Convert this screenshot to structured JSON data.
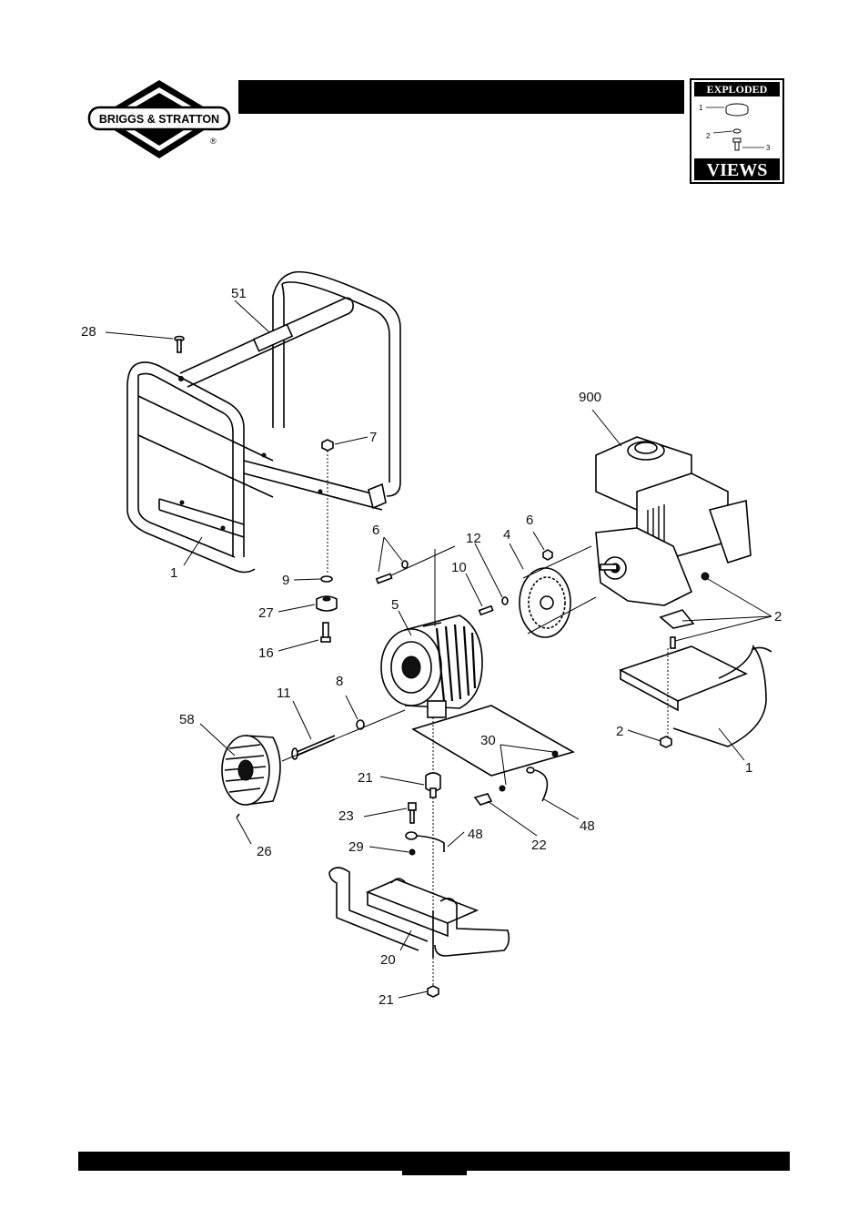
{
  "header": {
    "brand_logo_text": "BRIGGS & STRATTON",
    "registered_mark": "®",
    "badge": {
      "top_word": "EXPLODED",
      "bottom_word": "VIEWS",
      "sample_callouts": [
        "1",
        "2",
        "3"
      ]
    }
  },
  "callouts": [
    {
      "id": "c28",
      "label": "28"
    },
    {
      "id": "c51",
      "label": "51"
    },
    {
      "id": "c7",
      "label": "7"
    },
    {
      "id": "c1a",
      "label": "1"
    },
    {
      "id": "c9",
      "label": "9"
    },
    {
      "id": "c27",
      "label": "27"
    },
    {
      "id": "c16",
      "label": "16"
    },
    {
      "id": "c6a",
      "label": "6"
    },
    {
      "id": "c5",
      "label": "5"
    },
    {
      "id": "c12",
      "label": "12"
    },
    {
      "id": "c10",
      "label": "10"
    },
    {
      "id": "c4",
      "label": "4"
    },
    {
      "id": "c6b",
      "label": "6"
    },
    {
      "id": "c900",
      "label": "900"
    },
    {
      "id": "c2a",
      "label": "2"
    },
    {
      "id": "c2b",
      "label": "2"
    },
    {
      "id": "c1b",
      "label": "1"
    },
    {
      "id": "c11",
      "label": "11"
    },
    {
      "id": "c8",
      "label": "8"
    },
    {
      "id": "c58",
      "label": "58"
    },
    {
      "id": "c26",
      "label": "26"
    },
    {
      "id": "c21a",
      "label": "21"
    },
    {
      "id": "c30",
      "label": "30"
    },
    {
      "id": "c23",
      "label": "23"
    },
    {
      "id": "c29",
      "label": "29"
    },
    {
      "id": "c48a",
      "label": "48"
    },
    {
      "id": "c22",
      "label": "22"
    },
    {
      "id": "c48b",
      "label": "48"
    },
    {
      "id": "c20",
      "label": "20"
    },
    {
      "id": "c21b",
      "label": "21"
    }
  ]
}
